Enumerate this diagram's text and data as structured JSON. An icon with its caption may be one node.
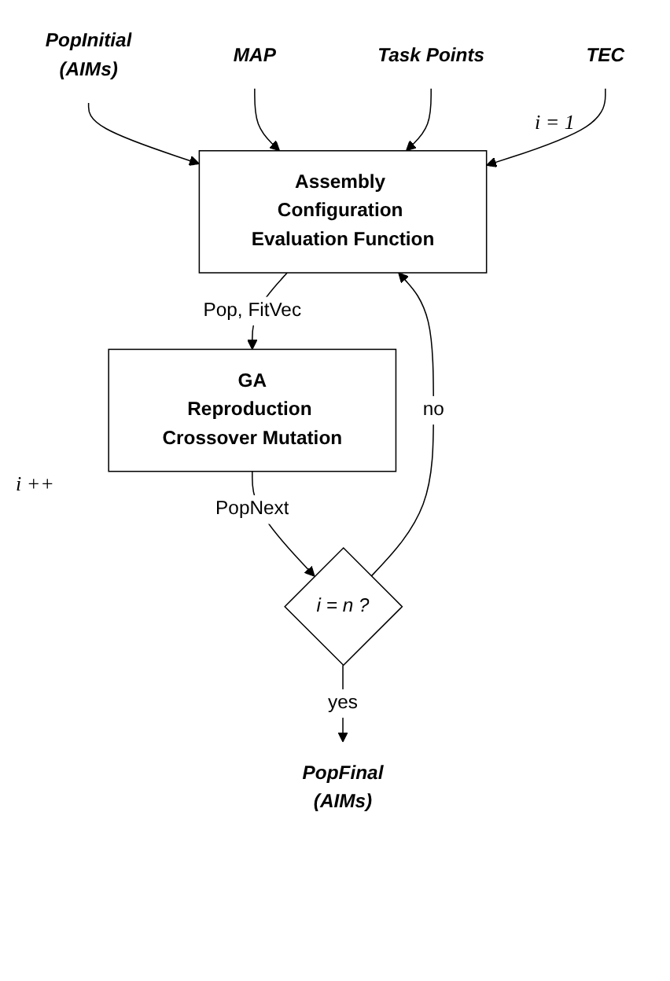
{
  "diagram": {
    "nodes": [
      {
        "text": [
          "PopInitial",
          "(AIMs)"
        ]
      },
      {
        "text": [
          "Assembly Configuration Evaluation Function"
        ]
      },
      {
        "text": [
          "MAP"
        ]
      },
      {
        "text": [
          "Task Points"
        ]
      },
      {
        "text": [
          "TEC"
        ]
      },
      {
        "text": [
          "GA",
          "Reproduction Crossover Mutation"
        ]
      },
      {
        "text": [
          "i = n ?"
        ]
      },
      {
        "text": [
          "PopFinal",
          "(AIMs)"
        ]
      }
    ],
    "edges": [
      {
        "from": 0,
        "to": 1,
        "arrow": "to"
      },
      {
        "from": 2,
        "to": 1,
        "arrow": "to"
      },
      {
        "from": 3,
        "to": 1,
        "arrow": "to"
      },
      {
        "from": 4,
        "to": 1,
        "arrow": "to"
      },
      {
        "from": 1,
        "to": 5,
        "label": "Pop, FitVec",
        "arrow": "to"
      },
      {
        "from": 5,
        "to": 6,
        "label": "PopNext",
        "arrow": "to"
      },
      {
        "from": 6,
        "to": 1,
        "label": "no",
        "arrow": "to"
      },
      {
        "from": 6,
        "to": 7,
        "label": "yes",
        "arrow": "to"
      }
    ],
    "labels": [
      "i = 1",
      "i ++"
    ]
  }
}
